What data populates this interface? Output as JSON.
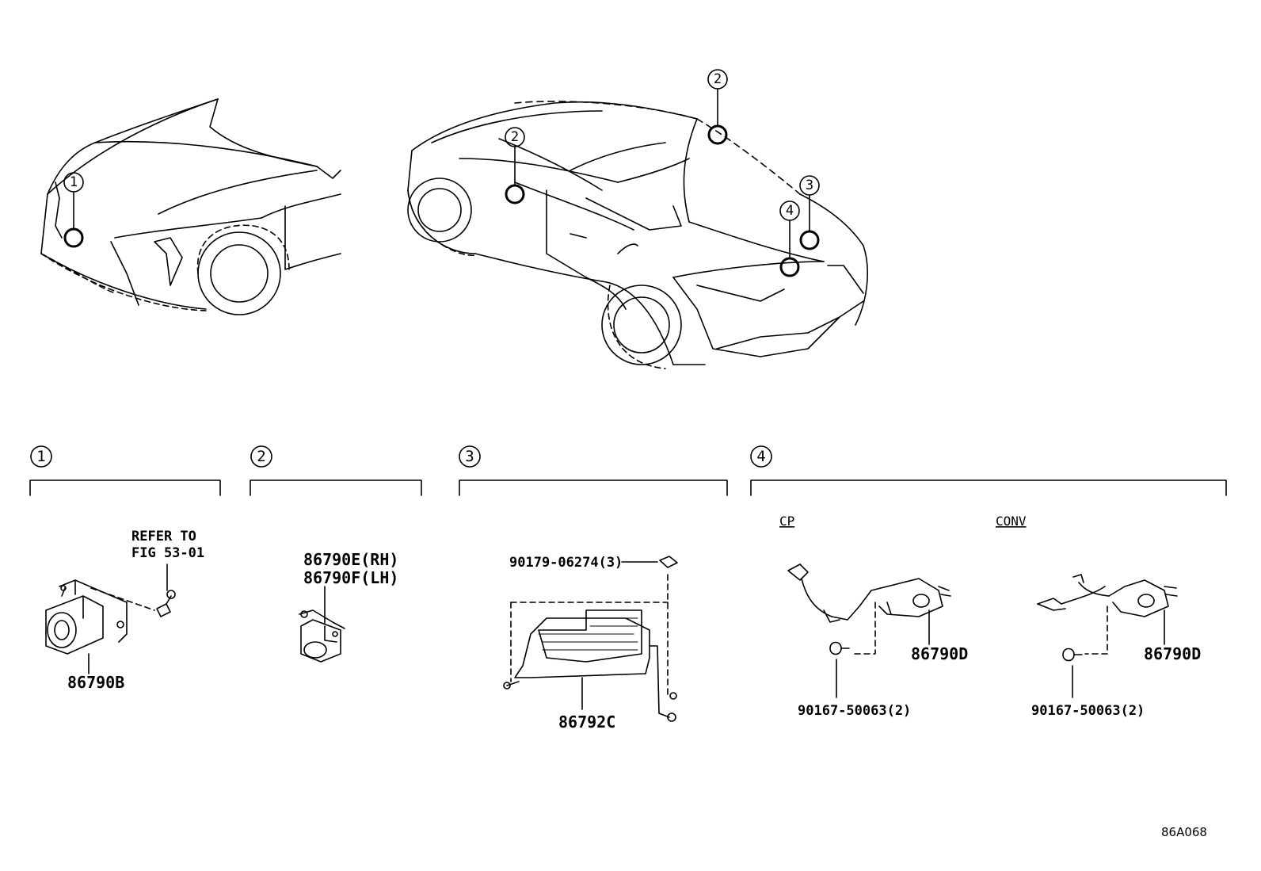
{
  "diagram": {
    "figure_code": "86A068",
    "callouts": [
      "1",
      "2",
      "3",
      "4"
    ],
    "sections": [
      {
        "number": "1",
        "labels": {
          "refer_line1": "REFER TO",
          "refer_line2": "FIG 53-01",
          "part": "86790B"
        }
      },
      {
        "number": "2",
        "labels": {
          "part_rh": "86790E(RH)",
          "part_lh": "86790F(LH)"
        }
      },
      {
        "number": "3",
        "labels": {
          "bolt": "90179-06274(3)",
          "part": "86792C"
        }
      },
      {
        "number": "4",
        "labels": {
          "cp_label": "CP",
          "conv_label": "CONV",
          "cp_part": "86790D",
          "cp_screw": "90167-50063(2)",
          "conv_part": "86790D",
          "conv_screw": "90167-50063(2)"
        }
      }
    ]
  }
}
